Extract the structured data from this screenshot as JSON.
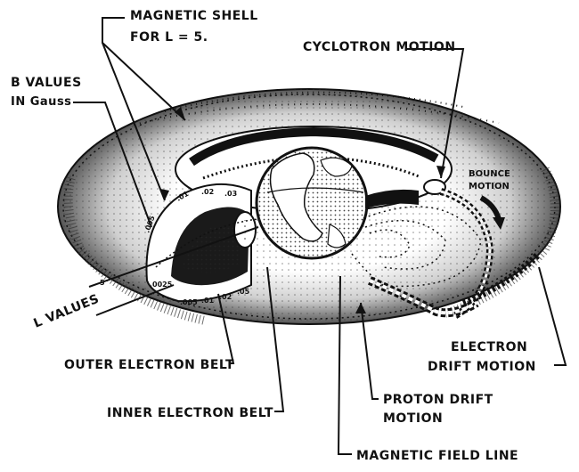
{
  "labels": {
    "magnetic_shell_line1": "MAGNETIC SHELL",
    "magnetic_shell_line2": "FOR L = 5.",
    "cyclotron_motion": "CYCLOTRON MOTION",
    "b_values_line1": "B VALUES",
    "b_values_line2": "IN Gauss",
    "bounce_motion_line1": "BOUNCE",
    "bounce_motion_line2": "MOTION",
    "l_values": "L VALUES",
    "outer_electron_belt": "OUTER ELECTRON BELT",
    "inner_electron_belt": "INNER ELECTRON BELT",
    "electron_drift_line1": "ELECTRON",
    "electron_drift_line2": "DRIFT MOTION",
    "proton_drift_line1": "PROTON DRIFT",
    "proton_drift_line2": "MOTION",
    "magnetic_field_line": "MAGNETIC FIELD LINE"
  },
  "b_value_marks": [
    ".005",
    ".01",
    ".02",
    ".03",
    ".0025",
    ".005",
    ".01",
    ".02",
    ".05"
  ],
  "l_value_mark": "5"
}
